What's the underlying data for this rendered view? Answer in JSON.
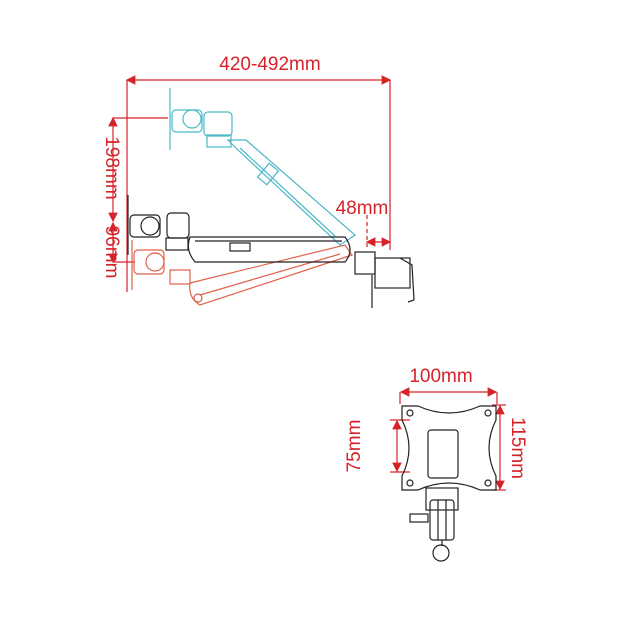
{
  "side_view": {
    "reach_label": "420-492mm",
    "height_up_label": "198mm",
    "height_down_label": "96mm",
    "offset_label": "48mm"
  },
  "vesa_view": {
    "width_label": "100mm",
    "inner_height_label": "75mm",
    "outer_height_label": "115mm"
  },
  "colors": {
    "dimension": "#d6232a",
    "raised_arm": "#4cb8c4",
    "lowered_arm": "#e0614a",
    "level_arm": "#222222"
  }
}
